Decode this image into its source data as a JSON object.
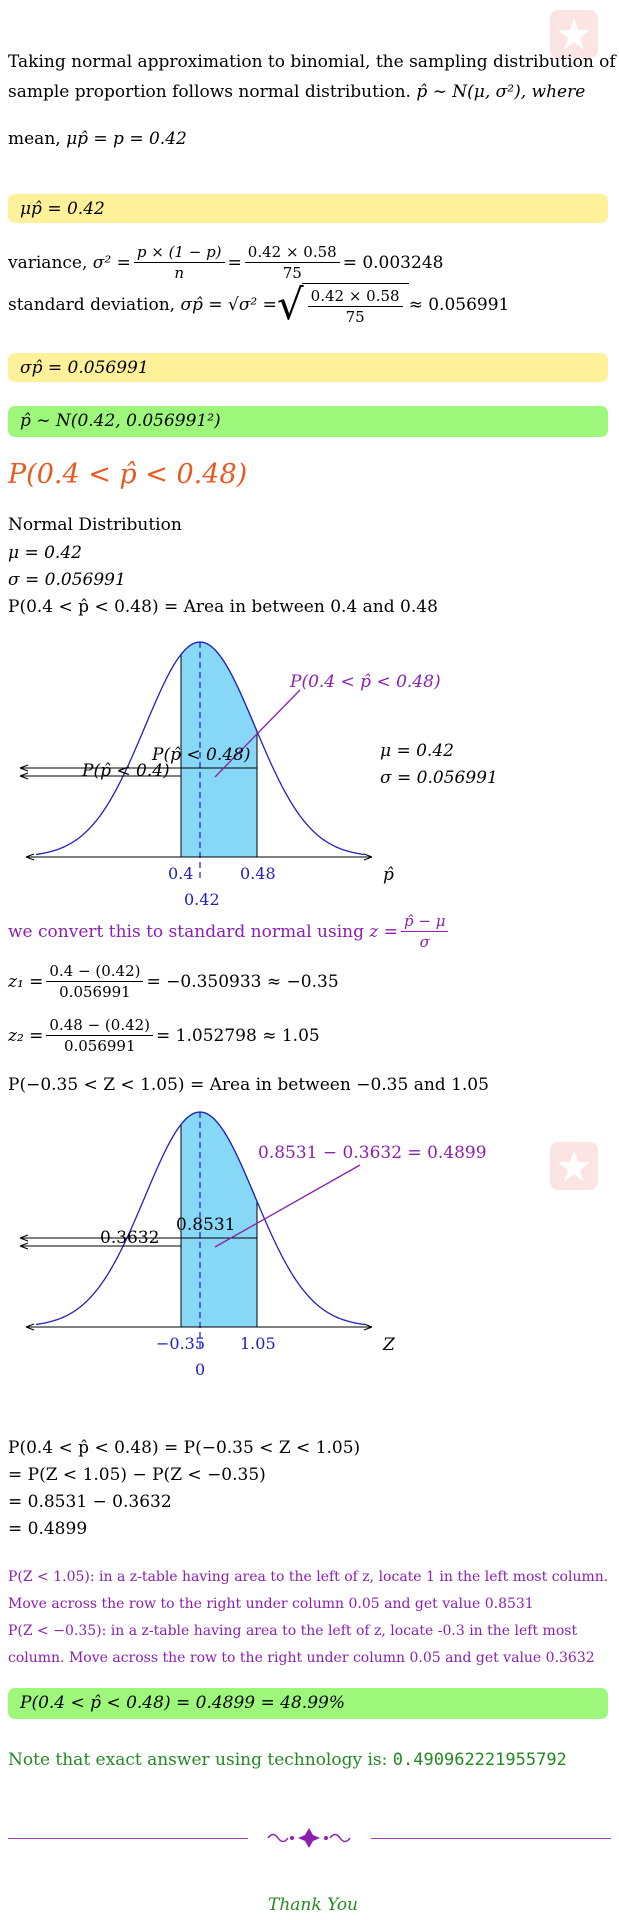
{
  "intro": {
    "line1": "Taking normal approximation to binomial, the sampling distribution of",
    "line2_text": "sample proportion follows normal distribution.",
    "line2_math": "p̂ ∼ N(μ, σ²), where"
  },
  "mean": {
    "label": "mean,",
    "math": "μp̂ = p = 0.42",
    "box": "μp̂ = 0.42"
  },
  "variance": {
    "label": "variance,",
    "lhs": "σ² =",
    "frac1_num": "p × (1 − p)",
    "frac1_den": "n",
    "frac2_num": "0.42 × 0.58",
    "frac2_den": "75",
    "result": "= 0.003248"
  },
  "sd": {
    "label": "standard deviation,",
    "lhs": "σp̂ = √σ² =",
    "num": "0.42 × 0.58",
    "den": "75",
    "result": "≈ 0.056991",
    "box": "σp̂ = 0.056991"
  },
  "dist_box": "p̂ ∼ N(0.42, 0.056991²)",
  "heading": "P(0.4 < p̂ < 0.48)",
  "normal": {
    "title": "Normal Distribution",
    "mu": "μ = 0.42",
    "sigma": "σ = 0.056991",
    "area": "P(0.4 < p̂ < 0.48) = Area in between 0.4 and 0.48"
  },
  "chart1": {
    "annot": "P(0.4 < p̂ < 0.48)",
    "left_label": "P(p̂ < 0.4)",
    "mid_label": "P(p̂ < 0.48)",
    "mu_label": "μ = 0.42",
    "sigma_label": "σ = 0.056991",
    "tick_a": "0.4",
    "tick_b": "0.48",
    "tick_mean": "0.42",
    "axis_label": "p̂"
  },
  "convert": {
    "text": "we convert this to standard normal using",
    "z_lhs": "z =",
    "z_num": "p̂ − μ",
    "z_den": "σ"
  },
  "z1": {
    "lhs": "z₁ =",
    "num": "0.4 − (0.42)",
    "den": "0.056991",
    "result": "= −0.350933 ≈ −0.35"
  },
  "z2": {
    "lhs": "z₂ =",
    "num": "0.48 − (0.42)",
    "den": "0.056991",
    "result": "= 1.052798 ≈ 1.05"
  },
  "z_area": "P(−0.35 < Z < 1.05) = Area in between −0.35 and 1.05",
  "chart2": {
    "annot": "0.8531 − 0.3632 = 0.4899",
    "left_label": "0.3632",
    "mid_label": "0.8531",
    "tick_a": "−0.35",
    "tick_b": "1.05",
    "tick_mean": "0",
    "axis_label": "Z"
  },
  "calc": {
    "l1": "P(0.4 < p̂ < 0.48) = P(−0.35 < Z < 1.05)",
    "l2": "= P(Z < 1.05) − P(Z < −0.35)",
    "l3": "= 0.8531 − 0.3632",
    "l4": "= 0.4899"
  },
  "notes": {
    "n1a": "P(Z < 1.05): in a z-table having area to the left of z, locate 1 in the left most column.",
    "n1b": "Move across the row to the right under column 0.05 and get value 0.8531",
    "n2a": "P(Z < −0.35): in a z-table having area to the left of z, locate -0.3 in the left most",
    "n2b": "column. Move across the row to the right under column 0.05 and get value 0.3632"
  },
  "final_box": "P(0.4 < p̂ < 0.48) = 0.4899 = 48.99%",
  "exact": {
    "text": "Note that exact answer using technology is:",
    "value": "0.490962221955792"
  },
  "thanks": "Thank You",
  "colors": {
    "yellow": "#fff19a",
    "green": "#9cf77b",
    "violet": "#8b1fb0",
    "orange": "#e85a1d",
    "curve": "#2020c0",
    "fill": "#87d7f7"
  }
}
